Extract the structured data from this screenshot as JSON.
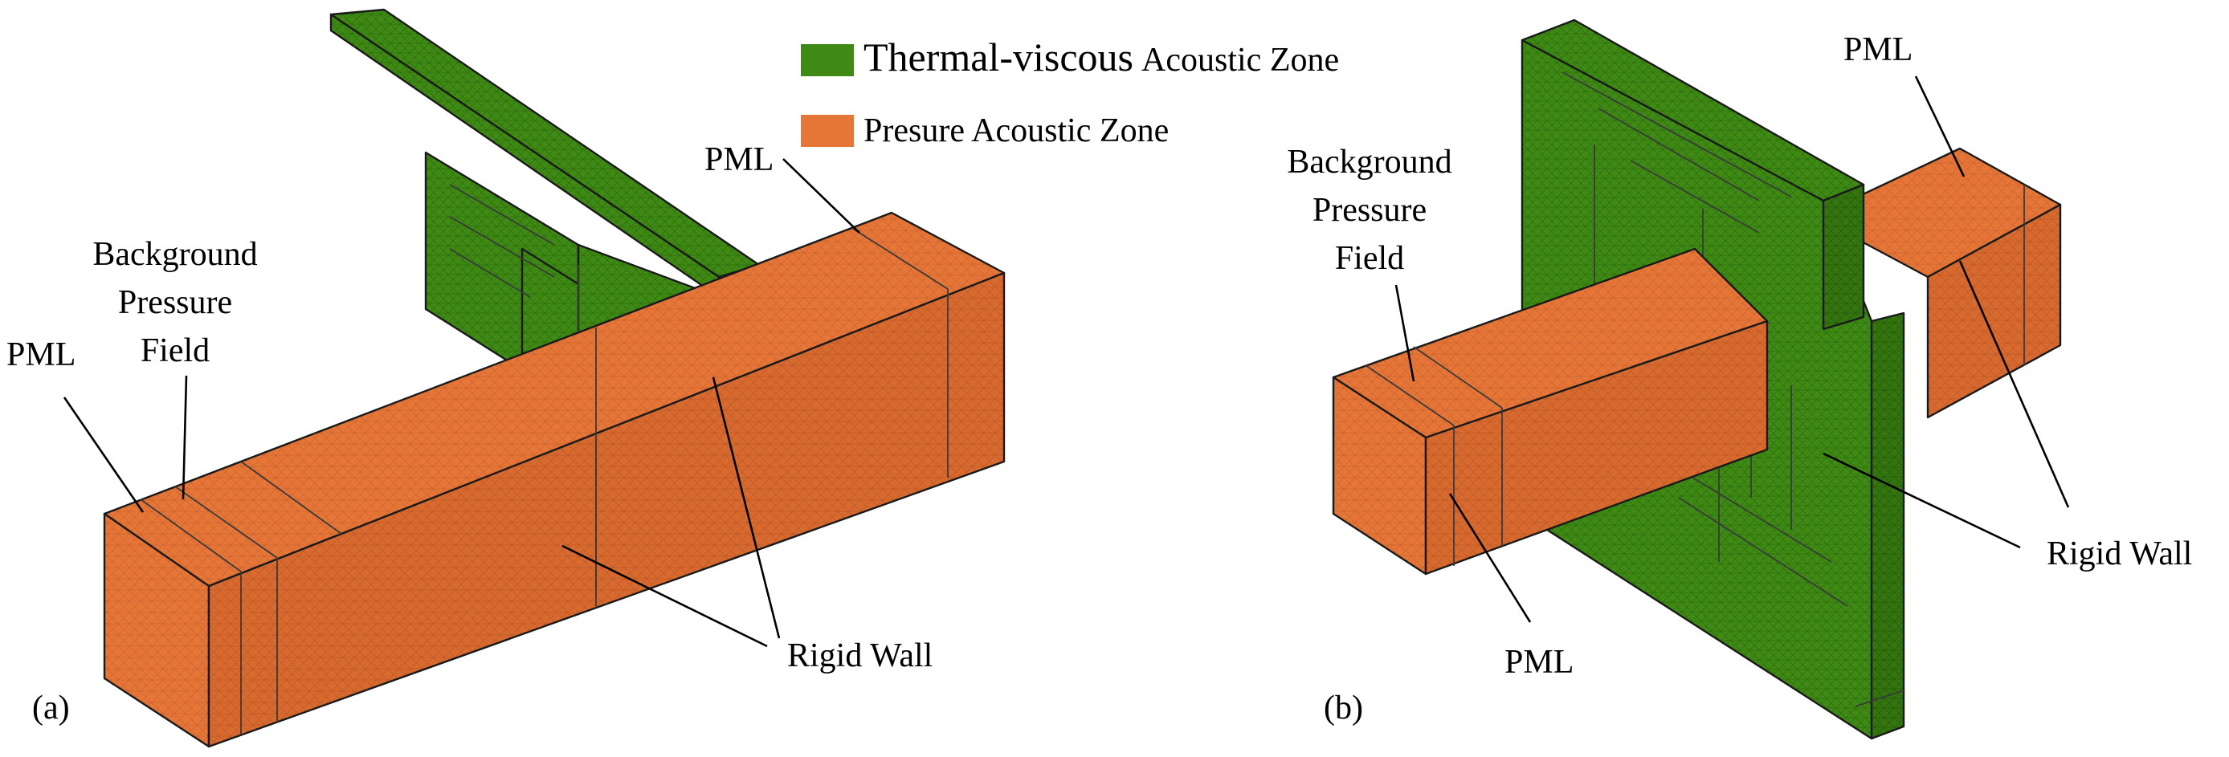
{
  "legend": {
    "thermal_label_main": "Thermal-viscous",
    "thermal_label_rest": "Acoustic Zone",
    "pressure_label": "Presure Acoustic Zone"
  },
  "colors": {
    "thermal_viscous_zone": "#3f8a14",
    "pressure_acoustic_zone": "#e57638",
    "outline": "#1a1a1a"
  },
  "panel_a": {
    "tag": "(a)",
    "pml_left": "PML",
    "pml_right": "PML",
    "background_lines": [
      "Background",
      "Pressure",
      "Field"
    ],
    "rigid_wall": "Rigid Wall"
  },
  "panel_b": {
    "tag": "(b)",
    "pml_top": "PML",
    "pml_bottom": "PML",
    "background_lines": [
      "Background",
      "Pressure",
      "Field"
    ],
    "rigid_wall": "Rigid Wall"
  }
}
